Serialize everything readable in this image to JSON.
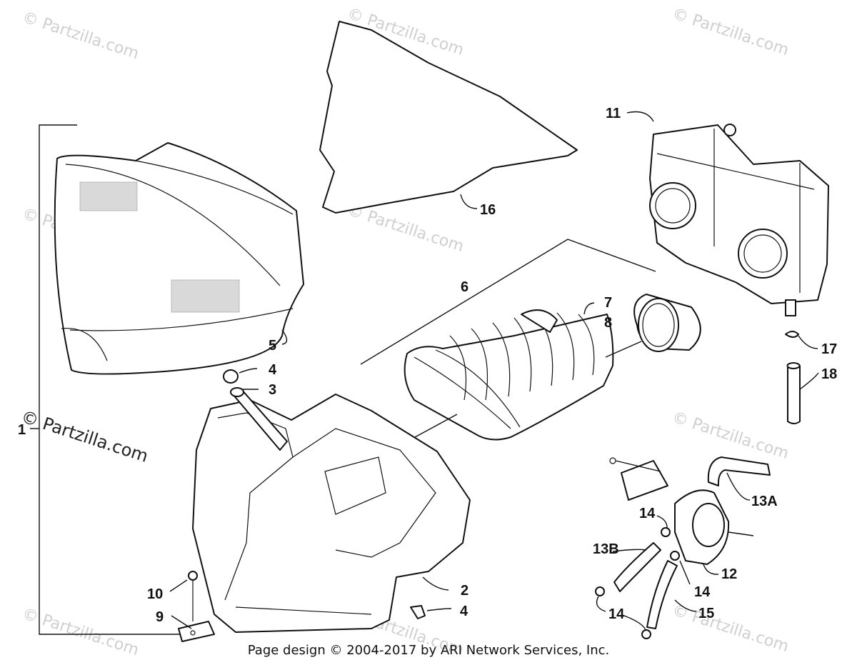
{
  "watermark": {
    "small_text": "© Partzilla.com",
    "large_text": "© Partzilla.com"
  },
  "footer": "Page design © 2004-2017 by ARI Network Services, Inc.",
  "callouts": {
    "c1": "1",
    "c2": "2",
    "c3": "3",
    "c4a": "4",
    "c4b": "4",
    "c5": "5",
    "c6": "6",
    "c7": "7",
    "c8": "8",
    "c9": "9",
    "c10": "10",
    "c11": "11",
    "c12": "12",
    "c13a": "13A",
    "c13b": "13B",
    "c14a": "14",
    "c14b": "14",
    "c14c": "14",
    "c15": "15",
    "c16": "16",
    "c17": "17",
    "c18": "18"
  }
}
